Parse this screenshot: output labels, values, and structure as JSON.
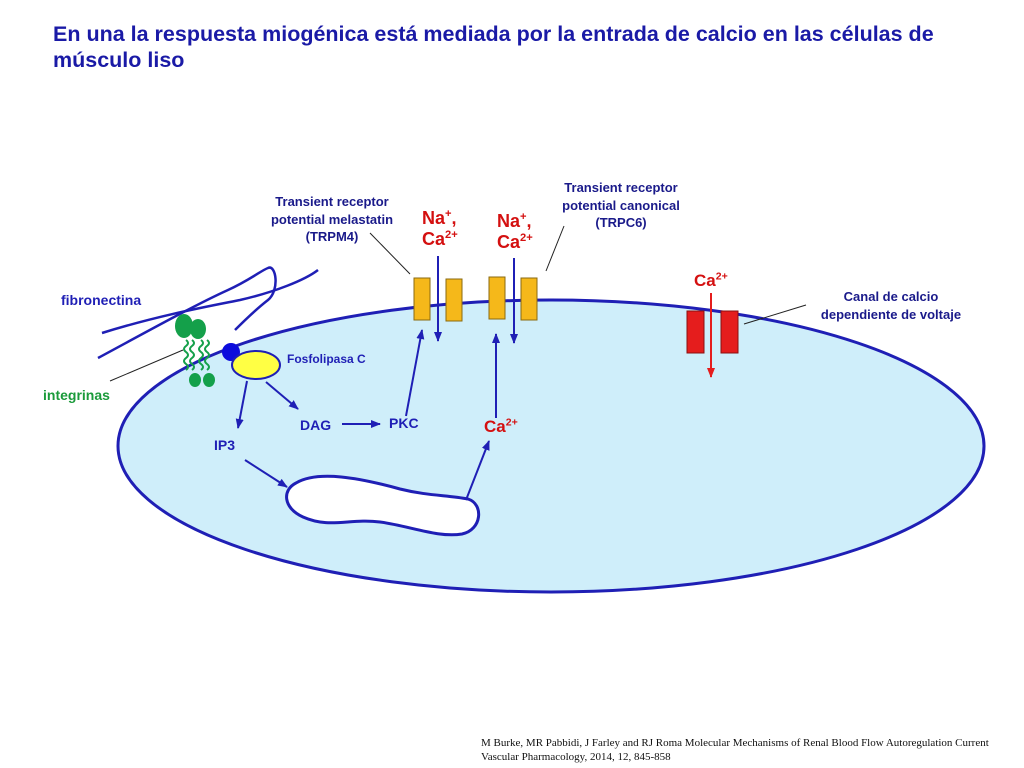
{
  "title": "En una la respuesta miogénica está mediada por la entrada de calcio en las células de músculo liso",
  "labels": {
    "trpm4": [
      "Transient receptor",
      "potential melastatin",
      "(TRPM4)"
    ],
    "trpc6": [
      "Transient receptor",
      "potential canonical",
      "(TRPC6)"
    ],
    "voltage_channel": [
      "Canal de calcio",
      "dependiente de voltaje"
    ],
    "fibronectina": "fibronectina",
    "integrinas": "integrinas",
    "fosfolipasa": "Fosfolipasa C",
    "dag": "DAG",
    "pkc": "PKC",
    "ip3": "IP3"
  },
  "ions": {
    "na_ca_1": {
      "line1": "Na",
      "sup1": "+",
      "comma": ",",
      "line2": "Ca",
      "sup2": "2+"
    },
    "na_ca_2": {
      "line1": "Na",
      "sup1": "+",
      "comma": ",",
      "line2": "Ca",
      "sup2": "2+"
    },
    "ca_out": {
      "base": "Ca",
      "sup": "2+"
    },
    "ca_in": {
      "base": "Ca",
      "sup": "2+"
    }
  },
  "citation": [
    "M Burke, MR Pabbidi, J Farley and RJ Roma Molecular Mechanisms of Renal Blood Flow Autoregulation Current",
    "Vascular Pharmacology, 2014, 12, 845-858"
  ],
  "colors": {
    "cell_fill": "#cfeefa",
    "arrow_blue": "#1f1fb5",
    "channel_orange": "#f5b81a",
    "channel_red": "#e51d1d",
    "integrin_green": "#14a04a",
    "plc_yellow": "#ffff44"
  }
}
